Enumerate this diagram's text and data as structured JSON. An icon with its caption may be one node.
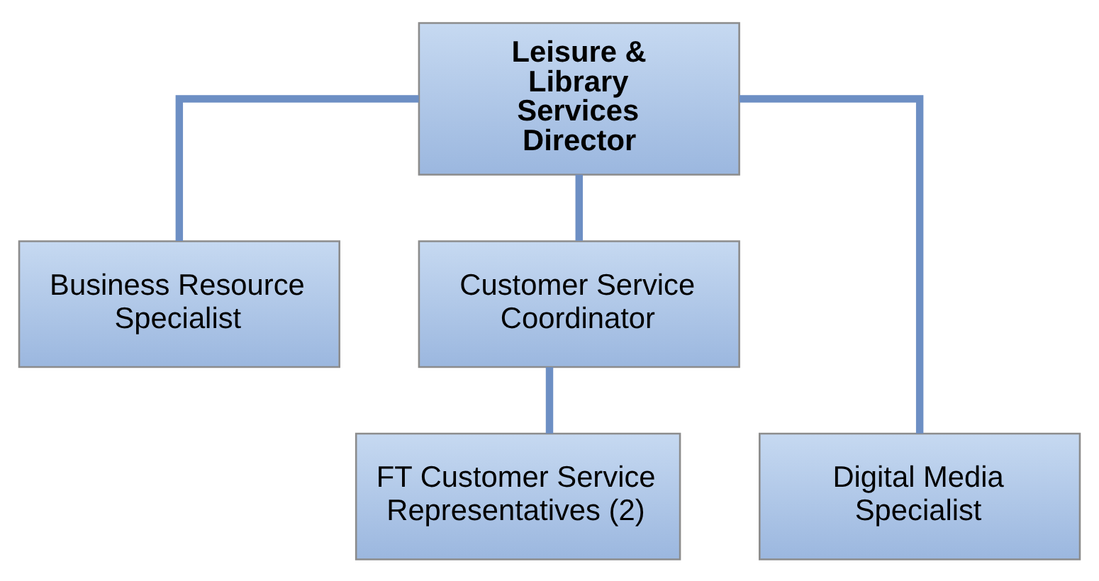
{
  "diagram": {
    "nodes": [
      {
        "text": [
          "Leisure & Library Services Director"
        ]
      },
      {
        "text": [
          "Business Resource Specialist"
        ]
      },
      {
        "text": [
          "Customer Service Coordinator"
        ]
      },
      {
        "text": [
          "Digital Media Specialist"
        ]
      },
      {
        "text": [
          "FT Customer Service Representatives (2)"
        ]
      }
    ],
    "edges": [
      {
        "from": 0,
        "to": 1,
        "arrow": "none"
      },
      {
        "from": 0,
        "to": 2,
        "arrow": "none"
      },
      {
        "from": 0,
        "to": 3,
        "arrow": "none"
      },
      {
        "from": 2,
        "to": 4,
        "arrow": "none"
      }
    ]
  }
}
